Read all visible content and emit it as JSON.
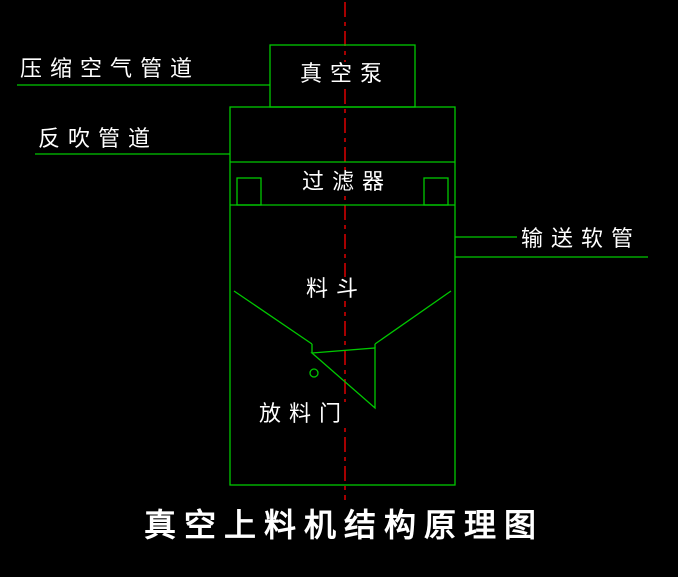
{
  "diagram": {
    "title": "真空上料机结构原理图",
    "labels": {
      "vacuum_pump": "真空泵",
      "compressed_air_pipe": "压缩空气管道",
      "backblow_pipe": "反吹管道",
      "filter": "过滤器",
      "conveying_hose": "输送软管",
      "hopper": "料斗",
      "discharge_door": "放料门"
    },
    "colors": {
      "line": "#00c800",
      "centerline": "#dd0000",
      "text": "#ffffff",
      "background": "#000000"
    }
  }
}
